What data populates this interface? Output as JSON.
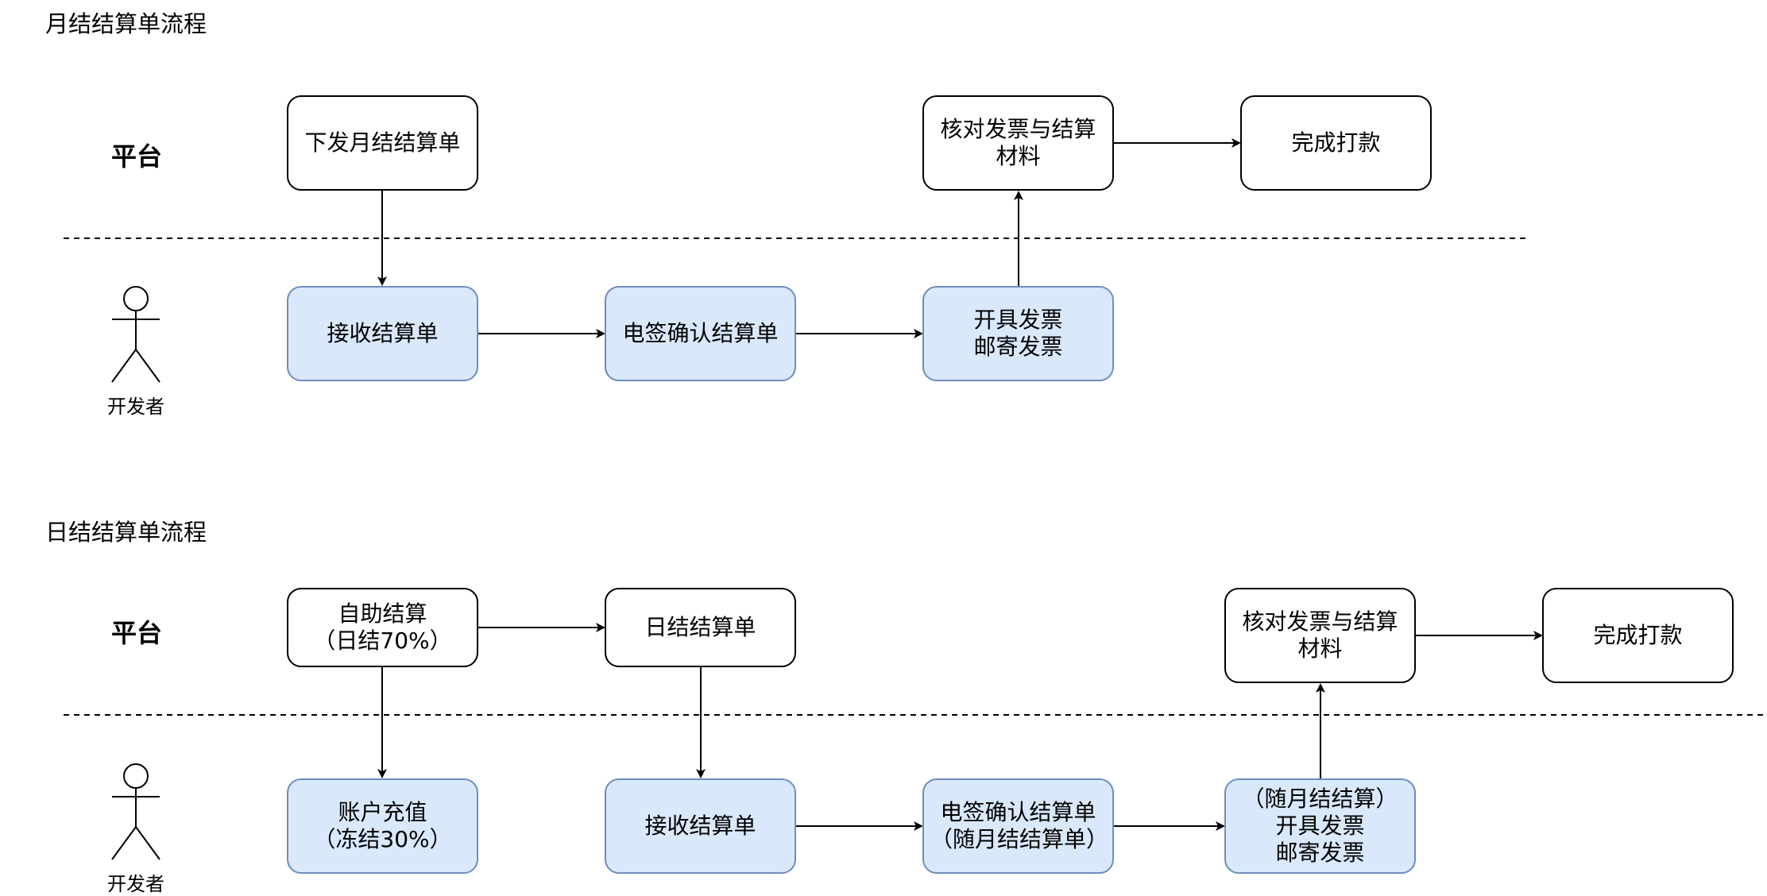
{
  "monthly": {
    "title": "月结结算单流程",
    "lane_platform": "平台",
    "actor_label": "开发者",
    "nodes": {
      "issue": "下发月结结算单",
      "verify": "核对发票与结算材料",
      "pay": "完成打款",
      "receive": "接收结算单",
      "esign": "电签确认结算单",
      "invoice": "开具发票\n邮寄发票"
    }
  },
  "daily": {
    "title": "日结结算单流程",
    "lane_platform": "平台",
    "actor_label": "开发者",
    "nodes": {
      "self_settle": "自助结算\n（日结70%）",
      "daily_bill": "日结结算单",
      "verify": "核对发票与结算材料",
      "pay": "完成打款",
      "recharge": "账户充值\n（冻结30%）",
      "receive": "接收结算单",
      "esign": "电签确认结算单\n（随月结结算单）",
      "invoice": "（随月结结算）\n开具发票\n邮寄发票"
    }
  },
  "colors": {
    "developer_fill": "#dae8fc",
    "developer_stroke": "#6c8ebf",
    "platform_fill": "#ffffff",
    "platform_stroke": "#000000"
  }
}
